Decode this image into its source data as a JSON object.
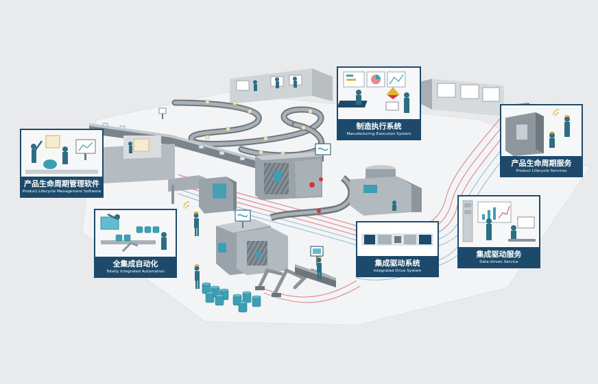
{
  "modules": {
    "plm": {
      "zh": "产品生命周期管理软件",
      "en": "Product Lifecycle Management Software"
    },
    "mes": {
      "zh": "制造执行系统",
      "en": "Manufacturing Execution System"
    },
    "pls": {
      "zh": "产品生命周期服务",
      "en": "Product Lifecycle Services"
    },
    "tia": {
      "zh": "全集成自动化",
      "en": "Totally Integrated Automation"
    },
    "ids": {
      "zh": "集成驱动系统",
      "en": "Integrated Drive System"
    },
    "dds": {
      "zh": "集成驱动服务",
      "en": "Data-driven Service"
    }
  },
  "colors": {
    "background": "#e9eaeb",
    "card_border": "#1d4a6b",
    "caption_bg": "#1d4a6b",
    "machine": "#8a9399",
    "machine_light": "#c9ced2",
    "teal": "#3d9fb3",
    "figure": "#2f6d82",
    "cable_red": "#e08a93",
    "cable_blue": "#9fc1d6",
    "accent_yellow": "#e0b23a"
  }
}
